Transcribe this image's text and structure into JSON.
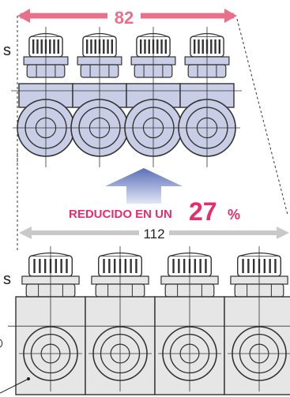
{
  "top_dimension": {
    "value": "82",
    "color": "#e8708a"
  },
  "bottom_dimension": {
    "value": "112",
    "color": "#c9c9c9"
  },
  "reduction": {
    "label": "REDUCIDO EN UN",
    "percent": "27",
    "percent_sign": "%",
    "color": "#e62e6b"
  },
  "side_labels": {
    "top": "s",
    "bottom": "s"
  },
  "colors": {
    "compact_body": "#c9cee6",
    "compact_stroke": "#333333",
    "standard_body": "#e6e6e6",
    "arrow_top": "#5a6fb8",
    "arrow_bottom": "#dfe3f3"
  }
}
